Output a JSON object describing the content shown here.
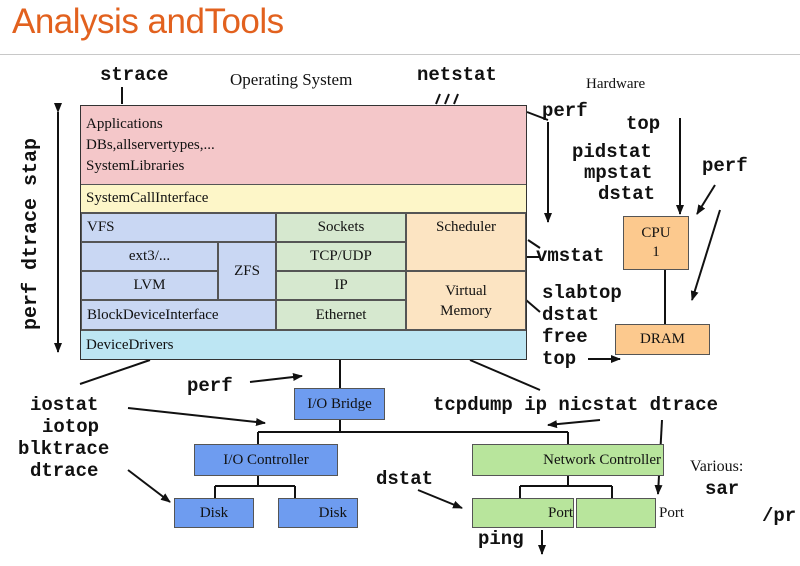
{
  "slide": {
    "title": "Analysis andTools"
  },
  "labels": {
    "operating_system": "Operating System",
    "hardware": "Hardware",
    "various": "Various:"
  },
  "os": {
    "applications": [
      "Applications",
      "DBs,allservertypes,...",
      "SystemLibraries"
    ],
    "syscall": "SystemCallInterface",
    "vfs": "VFS",
    "ext3": "ext3/...",
    "zfs": "ZFS",
    "lvm": "LVM",
    "block": "BlockDeviceInterface",
    "sockets": "Sockets",
    "tcpudp": "TCP/UDP",
    "ip": "IP",
    "ethernet": "Ethernet",
    "scheduler": "Scheduler",
    "vmem": [
      "Virtual",
      "Memory"
    ],
    "drivers": "DeviceDrivers"
  },
  "hw": {
    "cpu": [
      "CPU",
      "1"
    ],
    "dram": "DRAM",
    "io_bridge": "I/O Bridge",
    "io_controller": "I/O Controller",
    "disk1": "Disk",
    "disk2": "Disk",
    "net_controller": "Network Controller",
    "port1": "Port",
    "port2": "Port"
  },
  "tools": {
    "strace": "strace",
    "netstat": "netstat",
    "perf_top": "perf",
    "top": "top",
    "pidstat": "pidstat",
    "mpstat": "mpstat",
    "dstat_cpu": "dstat",
    "perf_cpu": "perf",
    "vmstat": "vmstat",
    "slabtop": "slabtop",
    "dstat_mem": "dstat",
    "free": "free",
    "top_mem": "top",
    "vertical": "perf dtrace stap",
    "perf_io": "perf",
    "iostat": "iostat",
    "iotop": "iotop",
    "blktrace": "blktrace",
    "dtrace_io": "dtrace",
    "net_tools": "tcpdump ip nicstat dtrace",
    "dstat_disk": "dstat",
    "ping": "ping",
    "sar": "sar",
    "proc": "/pr"
  },
  "colors": {
    "title": "#e2611e",
    "apps": "#f4c7c9",
    "syscall": "#fdf6c8",
    "fs": "#c9d7f3",
    "net": "#d6e8cf",
    "sched": "#fce4c2",
    "drivers": "#bde6f3",
    "hw_orange": "#fcc98e",
    "hw_blue": "#6e9cf0",
    "hw_green": "#b8e59c"
  }
}
